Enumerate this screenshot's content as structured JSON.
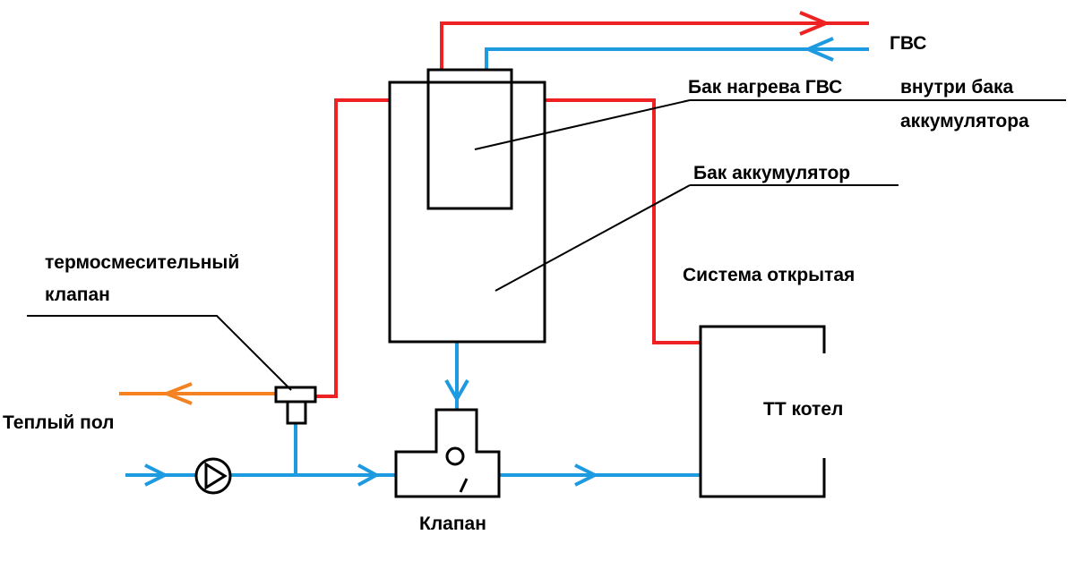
{
  "labels": {
    "gvs": "ГВС",
    "hot_water_tank": "Бак нагрева ГВС",
    "inside_tank_line1": "внутри бака",
    "inside_tank_line2": "аккумулятора",
    "accumulator_tank": "Бак аккумулятор",
    "open_system": "Система открытая",
    "thermo_valve_line1": "термосмесительный",
    "thermo_valve_line2": "клапан",
    "floor_heating": "Теплый пол",
    "boiler": "ТТ котел",
    "valve": "Клапан"
  },
  "colors": {
    "hot_pipe": "#ee2222",
    "cold_pipe": "#1e9ae0",
    "floor_pipe": "#f58220",
    "outline": "#000000",
    "text": "#000000"
  },
  "icons": {
    "pump": "pump-icon",
    "flow_arrow": "flow-arrow-icon"
  }
}
